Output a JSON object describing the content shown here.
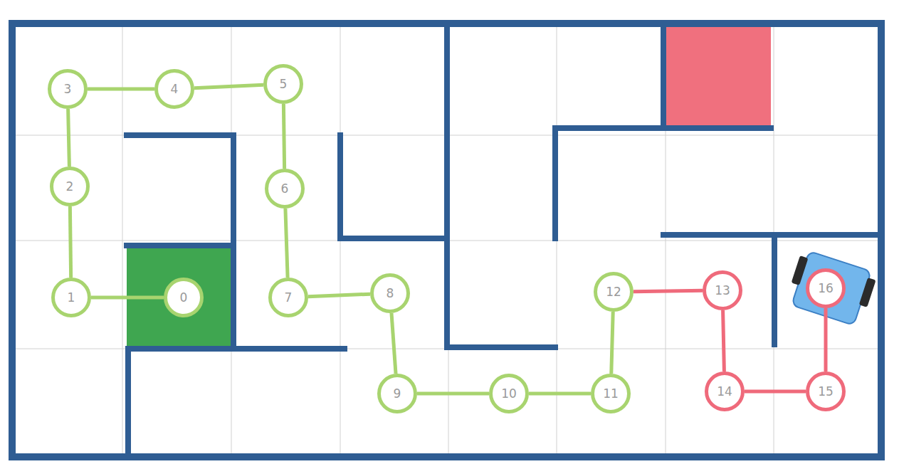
{
  "diagram": {
    "nodes": [
      {
        "text": [
          "0"
        ]
      },
      {
        "text": [
          "1"
        ]
      },
      {
        "text": [
          "2"
        ]
      },
      {
        "text": [
          "3"
        ]
      },
      {
        "text": [
          "4"
        ]
      },
      {
        "text": [
          "5"
        ]
      },
      {
        "text": [
          "6"
        ]
      },
      {
        "text": [
          "7"
        ]
      },
      {
        "text": [
          "8"
        ]
      },
      {
        "text": [
          "9"
        ]
      },
      {
        "text": [
          "10"
        ]
      },
      {
        "text": [
          "11"
        ]
      },
      {
        "text": [
          "12"
        ]
      },
      {
        "text": [
          "13"
        ]
      },
      {
        "text": [
          "14"
        ]
      },
      {
        "text": [
          "15"
        ]
      },
      {
        "text": [
          "16"
        ]
      }
    ],
    "edges": [
      {
        "from": 0,
        "to": 1,
        "arrow": "none"
      },
      {
        "from": 1,
        "to": 2,
        "arrow": "none"
      },
      {
        "from": 2,
        "to": 3,
        "arrow": "none"
      },
      {
        "from": 3,
        "to": 4,
        "arrow": "none"
      },
      {
        "from": 4,
        "to": 5,
        "arrow": "none"
      },
      {
        "from": 5,
        "to": 6,
        "arrow": "none"
      },
      {
        "from": 6,
        "to": 7,
        "arrow": "none"
      },
      {
        "from": 7,
        "to": 8,
        "arrow": "none"
      },
      {
        "from": 8,
        "to": 9,
        "arrow": "none"
      },
      {
        "from": 9,
        "to": 10,
        "arrow": "none"
      },
      {
        "from": 10,
        "to": 11,
        "arrow": "none"
      },
      {
        "from": 11,
        "to": 12,
        "arrow": "none"
      },
      {
        "from": 12,
        "to": 13,
        "arrow": "none"
      },
      {
        "from": 13,
        "to": 14,
        "arrow": "none"
      },
      {
        "from": 14,
        "to": 15,
        "arrow": "none"
      },
      {
        "from": 15,
        "to": 16,
        "arrow": "none"
      }
    ]
  }
}
